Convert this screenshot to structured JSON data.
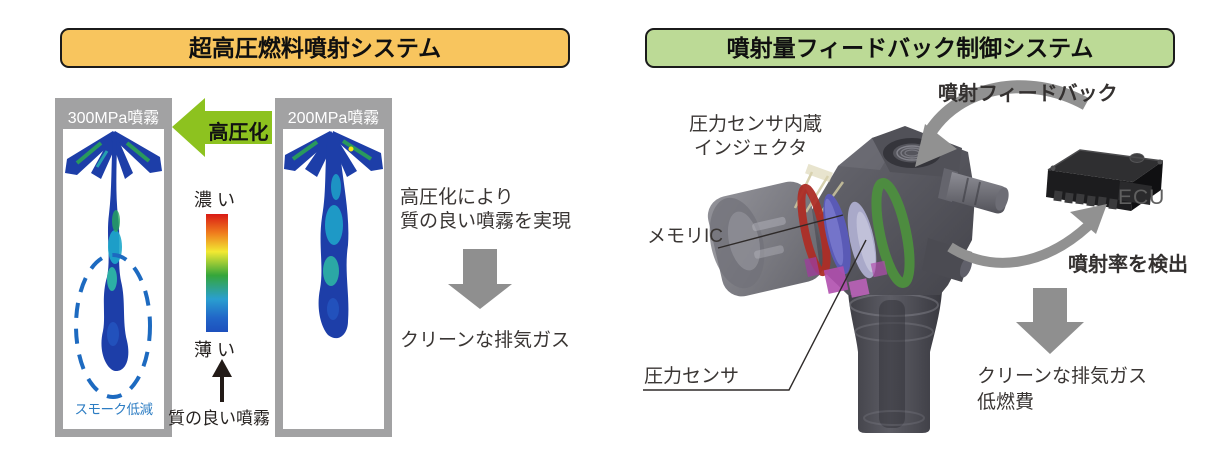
{
  "colors": {
    "header_left_bg": "#f8c55e",
    "header_right_bg": "#bcda96",
    "pressure_arrow_green": "#8dc21f",
    "smoke_label_blue": "#2d7dc3",
    "flow_arrow_gray": "#8f8f8f",
    "panel_frame_gray": "#a2a2a3",
    "spray_blue": "#1d3ea8"
  },
  "left": {
    "header": "超高圧燃料噴射システム",
    "panel_300mpa": {
      "label": "300MPa噴霧",
      "annotation": "スモーク低減"
    },
    "panel_200mpa": {
      "label": "200MPa噴霧"
    },
    "pressure_arrow_label": "高圧化",
    "concentration_scale": {
      "top_label": "濃い",
      "bottom_label": "薄い"
    },
    "quality_spray_label": "質の良い噴霧",
    "result_line1": "高圧化により",
    "result_line2": "質の良い噴霧を実現",
    "outcome": "クリーンな排気ガス"
  },
  "right": {
    "header": "噴射量フィードバック制御システム",
    "injector_label_line1": "圧力センサ内蔵",
    "injector_label_line2": "インジェクタ",
    "memory_ic_label": "メモリIC",
    "pressure_sensor_label": "圧力センサ",
    "feedback_arrow_label": "噴射フィードバック",
    "ecu_label": "ECU",
    "detection_label": "噴射率を検出",
    "outcome_line1": "クリーンな排気ガス",
    "outcome_line2": "低燃費"
  }
}
